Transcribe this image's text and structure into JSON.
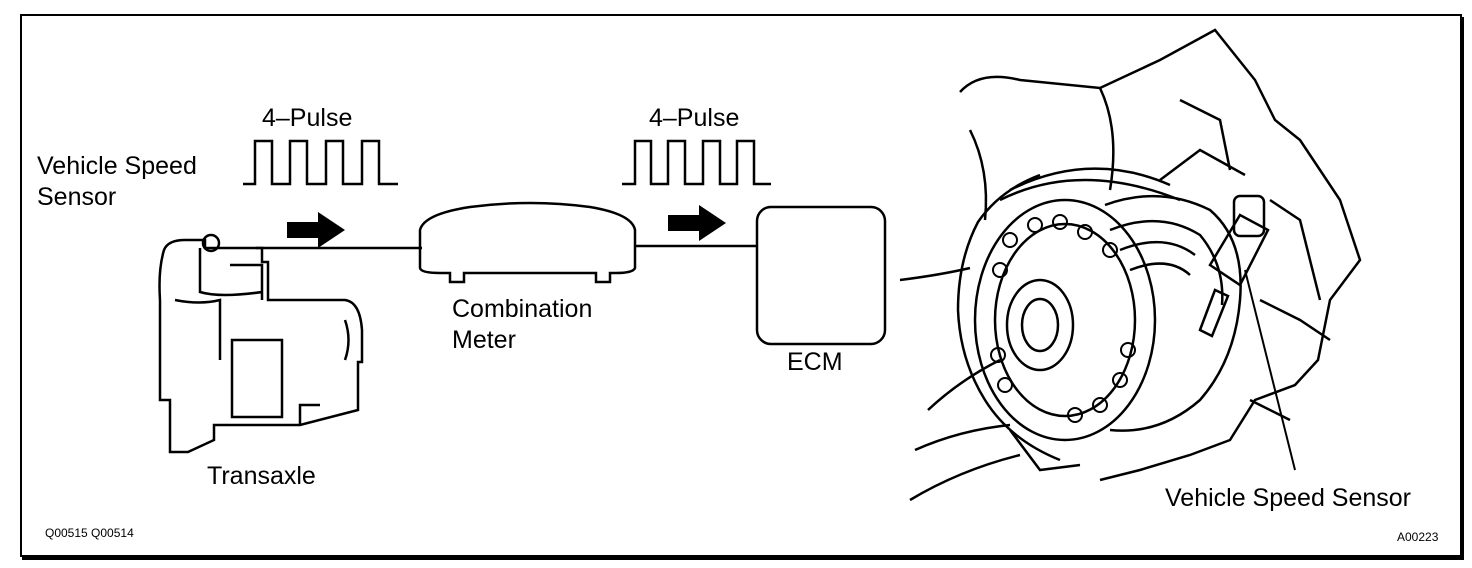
{
  "labels": {
    "sensor_left_line1": "Vehicle Speed",
    "sensor_left_line2": "Sensor",
    "pulse_left": "4–Pulse",
    "pulse_right": "4–Pulse",
    "combination_line1": "Combination",
    "combination_line2": "Meter",
    "ecm": "ECM",
    "transaxle": "Transaxle",
    "sensor_right": "Vehicle Speed Sensor",
    "code_left": "Q00515  Q00514",
    "code_right": "A00223"
  },
  "pulse_train": {
    "pulses": 4
  },
  "colors": {
    "ink": "#000000",
    "paper": "#ffffff"
  }
}
